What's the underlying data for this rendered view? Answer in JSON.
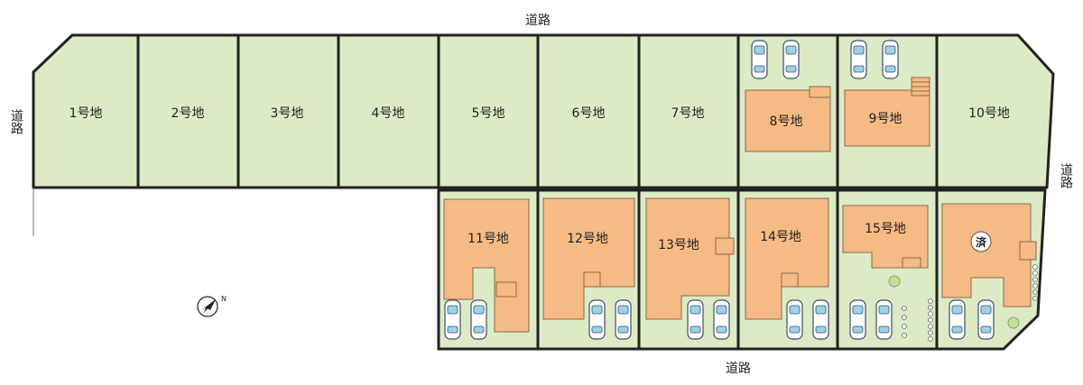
{
  "colors": {
    "lot_fill": "#dcebc6",
    "lot_border": "#222222",
    "house_fill": "#f6ba84",
    "house_border": "#8a6a4a",
    "car_fill": "#ffffff",
    "car_stroke": "#3f4d6a",
    "car_glass": "#9ad3e8",
    "tree": "#c4de94"
  },
  "roads": {
    "top": "道路",
    "left": "道路",
    "right": "道路",
    "bottom": "道路"
  },
  "lots": [
    {
      "id": 1,
      "label": "1号地"
    },
    {
      "id": 2,
      "label": "2号地"
    },
    {
      "id": 3,
      "label": "3号地"
    },
    {
      "id": 4,
      "label": "4号地"
    },
    {
      "id": 5,
      "label": "5号地"
    },
    {
      "id": 6,
      "label": "6号地"
    },
    {
      "id": 7,
      "label": "7号地"
    },
    {
      "id": 8,
      "label": "8号地"
    },
    {
      "id": 9,
      "label": "9号地"
    },
    {
      "id": 10,
      "label": "10号地"
    },
    {
      "id": 11,
      "label": "11号地"
    },
    {
      "id": 12,
      "label": "12号地"
    },
    {
      "id": 13,
      "label": "13号地"
    },
    {
      "id": 14,
      "label": "14号地"
    },
    {
      "id": 15,
      "label": "15号地"
    },
    {
      "id": 16,
      "label": ""
    }
  ],
  "sold_marker": "済",
  "compass": {
    "north_label": "N"
  }
}
